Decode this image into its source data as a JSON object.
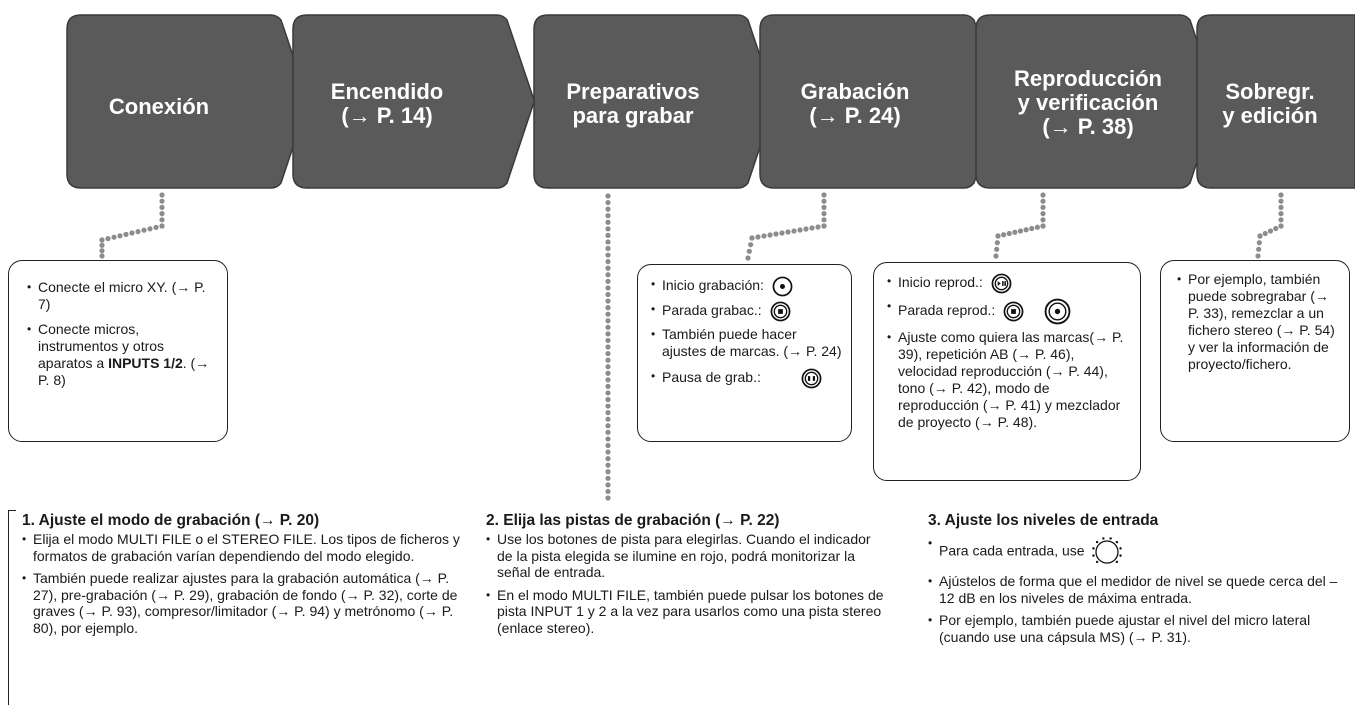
{
  "colors": {
    "stage_fill": "#5a5a5a",
    "stage_stroke": "#3a3a3a",
    "dots": "#8c8c8c"
  },
  "stages": [
    {
      "label": "Conexión"
    },
    {
      "label": "Encendido\n(→ P. 14)"
    },
    {
      "label": "Preparativos\npara grabar"
    },
    {
      "label": "Grabación\n(→ P. 24)"
    },
    {
      "label": "Reproducción\ny verificación\n(→ P. 38)"
    },
    {
      "label": "Sobregr.\ny edición"
    }
  ],
  "boxes": {
    "conexion": {
      "item1": "Conecte el micro XY. (→ P. 7)",
      "item2_pre": "Conecte micros, instrumentos y otros aparatos a ",
      "item2_bold": "INPUTS 1/2",
      "item2_post": ". (→ P. 8)"
    },
    "grabacion": {
      "start": "Inicio grabación:",
      "stop": "Parada grabac.:",
      "marks": "También puede hacer ajustes de marcas. (→ P. 24)",
      "pause": "Pausa de grab.:",
      "icons": {
        "start": "record-dot-icon",
        "stop": "stop-square-icon",
        "pause": "pause-bars-icon"
      }
    },
    "reproduccion": {
      "start": "Inicio reprod.:",
      "stop": "Parada reprod.:",
      "adjust": "Ajuste como quiera las marcas(→ P. 39), repetición AB (→ P. 46), velocidad reproducción (→ P. 44), tono (→ P. 42), modo de reproducción (→ P. 41) y mezclador de proyecto (→ P. 48).",
      "icons": {
        "start": "play-pause-icon",
        "stop": "stop-square-icon",
        "extra": "record-dot-icon"
      }
    },
    "sobregr": {
      "text": "Por ejemplo, también puede sobregrabar (→ P. 33), remezclar a un fichero stereo (→ P. 54) y ver la información de proyecto/fichero."
    }
  },
  "steps": [
    {
      "title": "1. Ajuste el modo de grabación (→ P. 20)",
      "items": [
        "Elija el modo MULTI FILE o el STEREO FILE. Los tipos de ficheros y formatos de grabación varían dependiendo del modo elegido.",
        "También puede realizar ajustes para la grabación automática (→ P. 27), pre-grabación (→ P. 29), grabación de fondo (→ P. 32), corte de graves (→ P. 93), compresor/limitador (→ P. 94) y metrónomo (→ P. 80), por ejemplo."
      ]
    },
    {
      "title": "2. Elija las pistas de grabación (→ P. 22)",
      "items": [
        "Use los botones de pista para elegirlas. Cuando el indicador de la pista elegida se ilumine en rojo, podrá monitorizar la señal de entrada.",
        "En el modo MULTI FILE, también puede pulsar los botones de pista INPUT 1 y 2 a la vez para usarlos como una pista stereo (enlace stereo)."
      ]
    },
    {
      "title": "3. Ajuste los niveles de entrada",
      "item_dial": "Para cada entrada, use",
      "dial_icon": "input-gain-dial-icon",
      "items": [
        "Ajústelos de forma que el medidor de nivel se quede cerca del –12 dB en los niveles de máxima entrada.",
        "Por ejemplo, también puede ajustar el nivel del micro lateral (cuando use una cápsula MS) (→ P. 31)."
      ]
    }
  ]
}
